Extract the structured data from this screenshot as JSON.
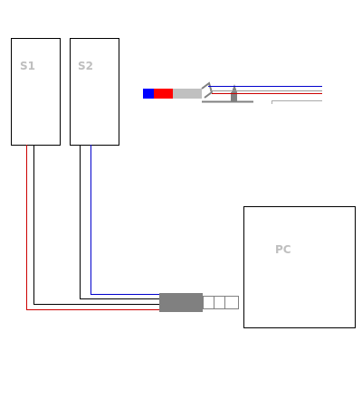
{
  "labels": {
    "speaker1": "S1",
    "speaker2": "S2",
    "computer": "PC"
  },
  "colors": {
    "outline": "#000000",
    "label_text": "#bfbfbf",
    "wire_red": "#cc0000",
    "wire_blue": "#0000cc",
    "wire_black": "#000000",
    "plug_body": "#808080",
    "plug_sleeve": "#c0c0c0",
    "tip_blue": "#0000ff",
    "tip_red": "#ff0000"
  },
  "icons": {
    "plug": "audio-jack-plug-icon",
    "plug_detail": "trs-plug-detail-icon"
  }
}
